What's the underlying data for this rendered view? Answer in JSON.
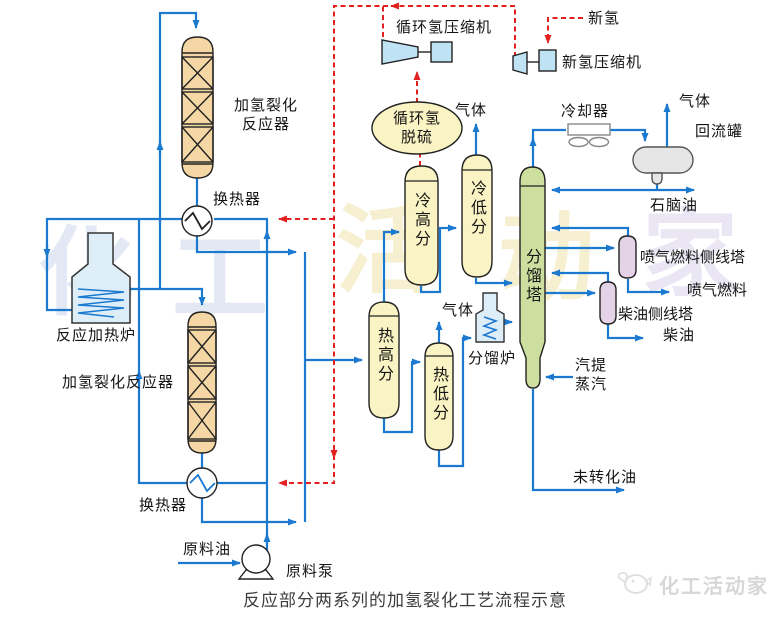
{
  "caption": "反应部分两系列的加氢裂化工艺流程示意",
  "watermark": {
    "chars": [
      "化",
      "工",
      "活",
      "动",
      "家"
    ],
    "logo_text": "化工活动家"
  },
  "labels": {
    "reactor1": "加氢裂化\n反应器",
    "exchanger1": "换热器",
    "furnace": "反应加热炉",
    "reactor2": "加氢裂化反应器",
    "exchanger2": "换热器",
    "feed_oil": "原料油",
    "feed_pump": "原料泵",
    "recycle_compressor": "循环氢压缩机",
    "fresh_hydrogen": "新氢",
    "fresh_compressor": "新氢压缩机",
    "desulfurization": "循环氢\n脱硫",
    "gas_cold_lp": "气体",
    "gas_hot_lp": "气体",
    "gas_top": "气体",
    "cooler": "冷却器",
    "reflux_drum": "回流罐",
    "naphtha": "石脑油",
    "jet_stripper": "喷气燃料侧线塔",
    "jet_fuel": "喷气燃料",
    "diesel_stripper": "柴油侧线塔",
    "diesel": "柴油",
    "stripping_steam": "汽提\n蒸汽",
    "unconverted_oil": "未转化油",
    "frac_furnace": "分馏炉",
    "cold_hp_separator": "冷高分",
    "cold_lp_separator": "冷低分",
    "hot_hp_separator": "热高分",
    "hot_lp_separator": "热低分",
    "frac_tower": "分馏塔"
  },
  "colors": {
    "process_line": "#1b79cf",
    "hydrogen_line": "#e22020",
    "reactor_fill": "#f4d7a4",
    "separator_fill": "#faf4c4",
    "tower_fill": "#ccdf9e",
    "stripper_fill": "#e4d2e6",
    "equipment_blue": "#bfe2f4",
    "drum_fill": "#e6e6e6"
  }
}
